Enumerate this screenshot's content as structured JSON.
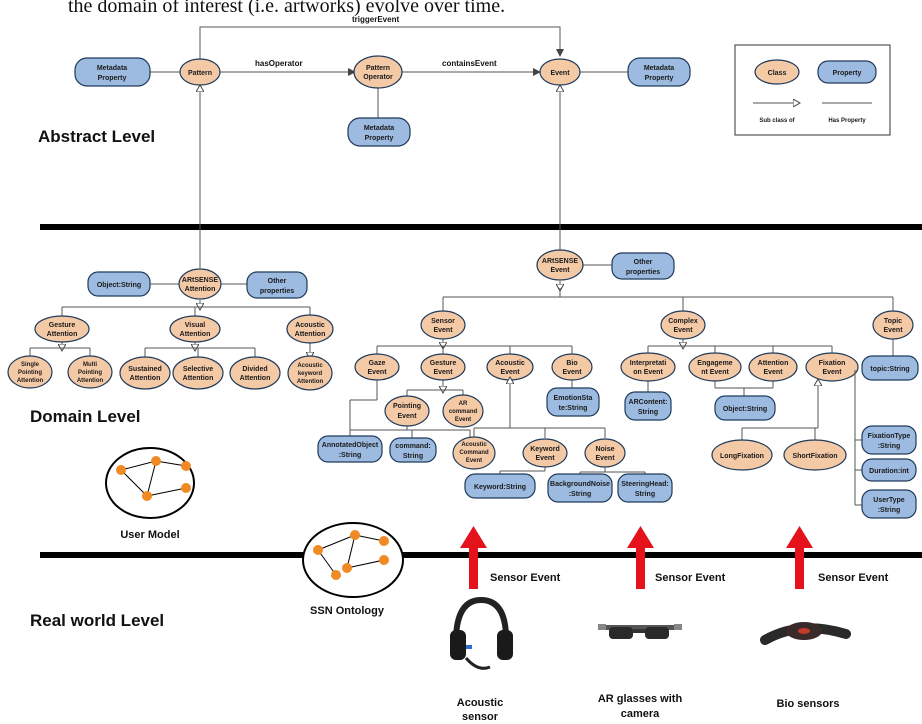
{
  "header_text": "the domain of interest (i.e. artworks) evolve over time.",
  "levels": {
    "abstract": "Abstract Level",
    "domain": "Domain Level",
    "real": "Real world Level"
  },
  "legend": {
    "class": "Class",
    "property": "Property",
    "subclass": "Sub class of",
    "has_property": "Has Property"
  },
  "abstract": {
    "pattern": "Pattern",
    "pattern_operator": [
      "Pattern",
      "Operator"
    ],
    "event": "Event",
    "metadata": [
      "Metadata",
      "Property"
    ],
    "trigger_event": "triggerEvent",
    "has_operator": "hasOperator",
    "contains_event": "containsEvent"
  },
  "attention": {
    "root": [
      "ARtSENSE",
      "Attention"
    ],
    "object_string": "Object:String",
    "other_properties": [
      "Other",
      "properties"
    ],
    "gesture": [
      "Gesture",
      "Attention"
    ],
    "visual": [
      "Visual",
      "Attention"
    ],
    "acoustic": [
      "Acoustic",
      "Attention"
    ],
    "single_pointing": [
      "Single",
      "Pointing",
      "Attention"
    ],
    "multi_pointing": [
      "Multi",
      "Pointing",
      "Attention"
    ],
    "sustained": [
      "Sustained",
      "Attention"
    ],
    "selective": [
      "Selective",
      "Attention"
    ],
    "divided": [
      "Divided",
      "Attention"
    ],
    "acoustic_keyword": [
      "Acoustic",
      "keyword",
      "Attention"
    ]
  },
  "events": {
    "root": [
      "ARtSENSE",
      "Event"
    ],
    "other_properties": [
      "Other",
      "properties"
    ],
    "sensor": [
      "Sensor",
      "Event"
    ],
    "complex": [
      "Complex",
      "Event"
    ],
    "topic": [
      "Topic",
      "Event"
    ],
    "gaze": [
      "Gaze",
      "Event"
    ],
    "gesture": [
      "Gesture",
      "Event"
    ],
    "acoustic": [
      "Acoustic",
      "Event"
    ],
    "bio": [
      "Bio",
      "Event"
    ],
    "pointing": [
      "Pointing",
      "Event"
    ],
    "ar_command": [
      "AR",
      "command",
      "Event"
    ],
    "acoustic_command": [
      "Acoustic",
      "Command",
      "Event"
    ],
    "keyword": [
      "Keyword",
      "Event"
    ],
    "noise": [
      "Noise",
      "Event"
    ],
    "interpretation": [
      "Interpretati",
      "on Event"
    ],
    "engagement": [
      "Engageme",
      "nt Event"
    ],
    "attention": [
      "Attention",
      "Event"
    ],
    "fixation": [
      "Fixation",
      "Event"
    ],
    "long_fixation": "LongFixation",
    "short_fixation": "ShortFixation"
  },
  "properties": {
    "emotion_state": [
      "EmotionSta",
      "te:String"
    ],
    "ar_content": [
      "ARContent:",
      "String"
    ],
    "object_string": "Object:String",
    "topic_string": "topic:String",
    "annotated_object": [
      "AnnotatedObject",
      ":String"
    ],
    "command_string": [
      "command:",
      "String"
    ],
    "keyword_string": "Keyword:String",
    "background_noise": [
      "BackgroundNoise",
      ":String"
    ],
    "steering_head": [
      "SteeringHead:",
      "String"
    ],
    "fixation_type": [
      "FixationType",
      ":String"
    ],
    "duration_int": "Duration:int",
    "user_type": [
      "UserType",
      ":String"
    ]
  },
  "captions": {
    "user_model": "User Model",
    "ssn_ontology": "SSN Ontology",
    "sensor_event": "Sensor Event",
    "acoustic_sensor": [
      "Acoustic",
      "sensor"
    ],
    "ar_glasses": [
      "AR glasses with",
      "camera"
    ],
    "bio_sensors": "Bio sensors"
  },
  "colors": {
    "class_fill": "#f4c9a6",
    "property_fill": "#9dbbe0",
    "arrow_red": "#e3121b",
    "node_orange": "#f08a24"
  }
}
